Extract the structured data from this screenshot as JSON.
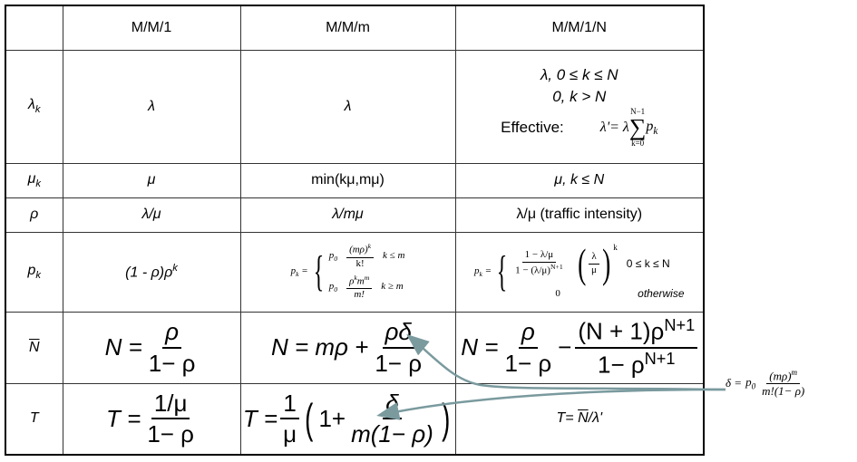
{
  "headers": [
    "M/M/1",
    "M/M/m",
    "M/M/1/N"
  ],
  "rows": {
    "lambda_k": {
      "label": "λ",
      "label_sub": "k",
      "mm1": "λ",
      "mmm": "λ",
      "mm1n_line1": "λ, 0 ≤ k ≤ N",
      "mm1n_line2": "0, k > N",
      "mm1n_effective_label": "Effective:",
      "mm1n_effective_lhs": "λ'= λ",
      "mm1n_sum_upper": "N−1",
      "mm1n_sum_lower": "k=0",
      "mm1n_sum_term": "p",
      "mm1n_sum_term_sub": "k"
    },
    "mu_k": {
      "label": "μ",
      "label_sub": "k",
      "mm1": "μ",
      "mmm": "min(kμ,mμ)",
      "mm1n": "μ,  k ≤ N"
    },
    "rho": {
      "label": "ρ",
      "mm1": "λ/μ",
      "mmm": "λ/mμ",
      "mm1n": "λ/μ (traffic intensity)"
    },
    "p_k": {
      "label": "p",
      "label_sub": "k",
      "mm1": "(1 - ρ)ρ",
      "mm1_sup": "k",
      "mmm_lhs": "p",
      "mmm_lhs_sub": "k",
      "mmm_c1_p0": "p",
      "mmm_c1_num": "(mρ)",
      "mmm_c1_num_sup": "k",
      "mmm_c1_den": "k!",
      "mmm_c1_cond": "k ≤ m",
      "mmm_c2_num": "ρ",
      "mmm_c2_num_sup": "k",
      "mmm_c2_num2": "m",
      "mmm_c2_num2_sup": "m",
      "mmm_c2_den": "m!",
      "mmm_c2_cond": "k ≥ m",
      "mm1n_c1_num": "1 − λ/μ",
      "mm1n_c1_den": "1 − (λ/μ)",
      "mm1n_c1_den_sup": "N+1",
      "mm1n_c1_paren_num": "λ",
      "mm1n_c1_paren_den": "μ",
      "mm1n_c1_sup": "k",
      "mm1n_c1_cond": "0 ≤ k ≤ N",
      "mm1n_c2_val": "0",
      "mm1n_c2_cond": "otherwise"
    },
    "n_bar": {
      "label": "N",
      "mm1_lhs": "N =",
      "mm1_num": "ρ",
      "mm1_den": "1− ρ",
      "mmm_lhs": "N = mρ +",
      "mmm_num": "ρδ",
      "mmm_den": "1− ρ",
      "mm1n_lhs": "N =",
      "mm1n_num1": "ρ",
      "mm1n_den1": "1− ρ",
      "mm1n_minus": "−",
      "mm1n_num2": "(N + 1)ρ",
      "mm1n_num2_sup": "N+1",
      "mm1n_den2": "1− ρ",
      "mm1n_den2_sup": "N+1"
    },
    "t": {
      "label": "T",
      "mm1_lhs": "T =",
      "mm1_num": "1/μ",
      "mm1_den": "1− ρ",
      "mmm_lhs": "T =",
      "mmm_num": "1",
      "mmm_den": "μ",
      "mmm_inner": "1+",
      "mmm_inner_num": "δ",
      "mmm_inner_den": "m(1− ρ)",
      "mm1n_pre": "T= ",
      "mm1n_nbar": "N",
      "mm1n_post": "/λ'"
    }
  },
  "delta_def": {
    "lhs": "δ =",
    "p0": "p",
    "num": "(mρ)",
    "num_sup": "m",
    "den": "m!(1− ρ)"
  },
  "colors": {
    "arrow": "#7a9a9e",
    "border": "#000000"
  }
}
